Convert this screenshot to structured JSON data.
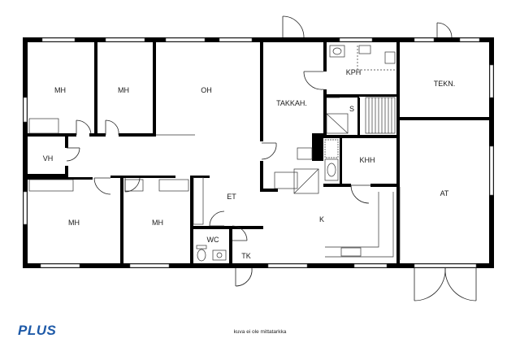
{
  "rooms": {
    "mh1": "MH",
    "mh2": "MH",
    "oh": "OH",
    "takkah": "TAKKAH.",
    "kph": "KPH",
    "tekn": "TEKN.",
    "s": "S",
    "vh": "VH",
    "et": "ET",
    "khh": "KHH",
    "at": "AT",
    "k": "K",
    "mh3": "MH",
    "mh4": "MH",
    "wc": "WC",
    "tk": "TK"
  },
  "caption": "kuva ei ole mittatarkka",
  "logo": {
    "text": "PLUS",
    "color": "#1e5aa8"
  },
  "colors": {
    "wall": "#000000",
    "line": "#555555",
    "background": "#ffffff"
  }
}
